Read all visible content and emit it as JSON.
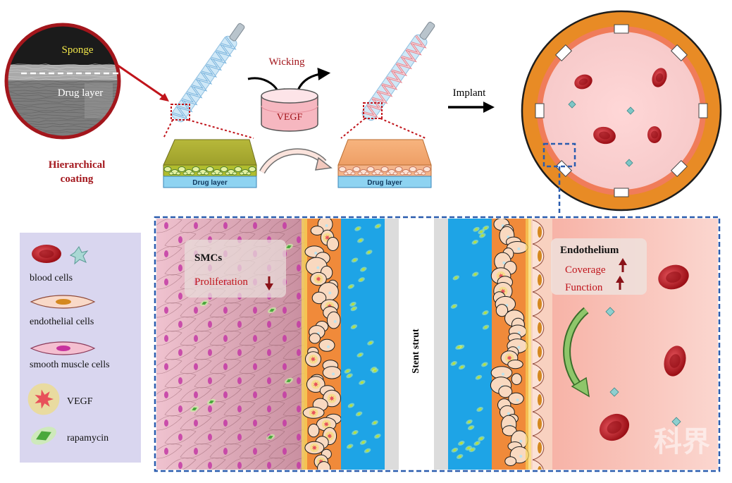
{
  "top": {
    "sem_label_sponge": "Sponge",
    "sem_label_drug": "Drug layer",
    "coating_caption_1": "Hierarchical",
    "coating_caption_2": "coating",
    "wicking_label": "Wicking",
    "vegf_dish_label": "VEGF",
    "drug_layer_label": "Drug layer",
    "implant_label": "Implant"
  },
  "legend": {
    "items": [
      {
        "label": "blood cells"
      },
      {
        "label": "endothelial cells"
      },
      {
        "label": "smooth muscle cells"
      },
      {
        "label": "VEGF"
      },
      {
        "label": "rapamycin"
      }
    ]
  },
  "detail": {
    "smc_title": "SMCs",
    "smc_effect": "Proliferation",
    "stent_label": "Stent strut",
    "endo_title": "Endothelium",
    "endo_effect_1": "Coverage",
    "endo_effect_2": "Function"
  },
  "watermark": "科界",
  "colors": {
    "dark_red": "#a3161c",
    "arrow_red": "#c0141b",
    "dashed_blue": "#2a5cae",
    "legend_bg": "#d9d6ef",
    "orange_layer": "#f08a3a",
    "drug_blue": "#1ea4e6"
  }
}
